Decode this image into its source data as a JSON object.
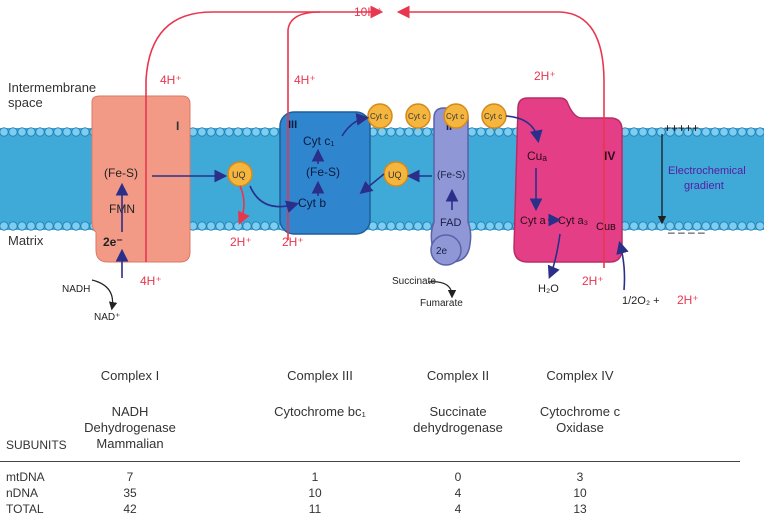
{
  "diagram": {
    "labels": {
      "intermembrane": "Intermembrane",
      "space": "space",
      "matrix": "Matrix",
      "top_protons": "10H⁺",
      "c1_protons_top": "4H⁺",
      "c3_protons_top": "4H⁺",
      "c4_protons_top": "2H⁺",
      "c1_protons_bottom": "4H⁺",
      "uq_protons_bottom": "2H⁺",
      "c3_protons_bottom": "2H⁺",
      "c4_protons_bottom": "2H⁺",
      "nadh": "NADH",
      "nad": "NAD⁺",
      "succinate": "Succinate",
      "fumarate": "Fumarate",
      "water": "H₂O",
      "oxygen": "1/2O₂ + ",
      "oxygen_protons": "2H⁺",
      "plus_signs": "+++++",
      "minus_signs": "– – – –",
      "gradient_1": "Electrochemical",
      "gradient_2": "gradient"
    },
    "complex_I": {
      "numeral": "I",
      "fes": "(Fe-S)",
      "fmn": "FMN",
      "electrons": "2e⁻"
    },
    "complex_III": {
      "numeral": "III",
      "cytc1": "Cyt c₁",
      "fes": "(Fe-S)",
      "cytb": "Cyt b"
    },
    "complex_II": {
      "numeral": "II",
      "fes": "(Fe-S)",
      "fad": "FAD",
      "electrons": "2e"
    },
    "complex_IV": {
      "numeral": "IV",
      "cua": "Cuₐ",
      "cyta": "Cyt a",
      "cyta3": "Cyt a₃",
      "cub": "Cuʙ"
    },
    "mobile": {
      "uq": "UQ",
      "cytc": "Cyt c"
    },
    "colors": {
      "membrane": "#3fa9d8",
      "complex_I": "#f39a86",
      "complex_III": "#2f86cf",
      "complex_II": "#8f97d6",
      "complex_IV": "#e43f86",
      "uq": "#f5b63f",
      "proton_path": "#e8364f",
      "electron_path": "#2a2f8a"
    }
  },
  "table": {
    "complexes": [
      "Complex I",
      "Complex III",
      "Complex II",
      "Complex IV"
    ],
    "names": [
      [
        "NADH",
        "Dehydrogenase",
        "Mammalian"
      ],
      [
        "Cytochrome bc₁"
      ],
      [
        "Succinate",
        "dehydrogenase"
      ],
      [
        "Cytochrome c",
        "Oxidase"
      ]
    ],
    "subunits_label": "SUBUNITS",
    "rows": [
      {
        "label": "mtDNA",
        "values": [
          "7",
          "1",
          "0",
          "3"
        ]
      },
      {
        "label": "nDNA",
        "values": [
          "35",
          "10",
          "4",
          "10"
        ]
      },
      {
        "label": "TOTAL",
        "values": [
          "42",
          "11",
          "4",
          "13"
        ]
      }
    ]
  }
}
